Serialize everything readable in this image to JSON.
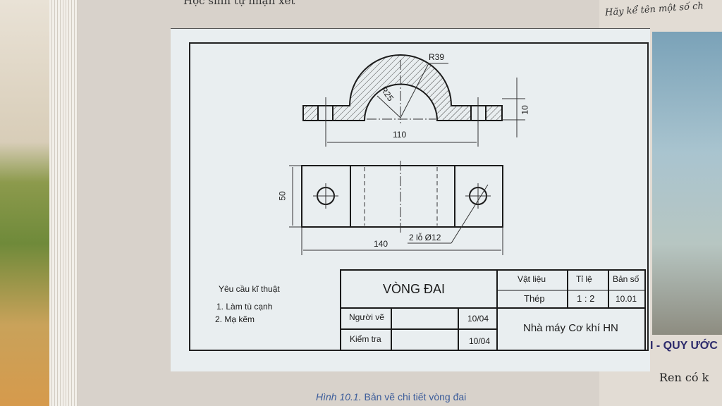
{
  "page_top_text": "Học sinh tự nhận xét",
  "right_page": {
    "question": "Hãy kể tên một số ch",
    "section_heading": "I - QUY ƯỚC",
    "body_start": "Ren có k"
  },
  "drawing": {
    "dimensions": {
      "outer_radius": "R39",
      "inner_radius": "R25",
      "hole_spacing": "110",
      "thickness": "10",
      "width": "50",
      "length": "140",
      "holes": "2 lỗ Ø12"
    }
  },
  "requirements": {
    "title": "Yêu cầu kĩ thuật",
    "items": [
      "1. Làm tù cạnh",
      "2. Mạ kẽm"
    ]
  },
  "title_block": {
    "part_name": "VÒNG ĐAI",
    "material_label": "Vật liệu",
    "material_value": "Thép",
    "scale_label": "Tỉ lệ",
    "scale_value": "1 : 2",
    "sheet_label": "Bản số",
    "sheet_value": "10.01",
    "drawn_by_label": "Người vẽ",
    "drawn_date": "10/04",
    "checked_label": "Kiểm tra",
    "checked_date": "10/04",
    "company": "Nhà máy Cơ khí HN"
  },
  "caption": {
    "label": "Hình 10.1.",
    "text": "Bản vẽ chi tiết vòng đai"
  },
  "colors": {
    "caption": "#3b5c9a",
    "heading": "#2c2a6b",
    "line": "#1b1b1b"
  }
}
